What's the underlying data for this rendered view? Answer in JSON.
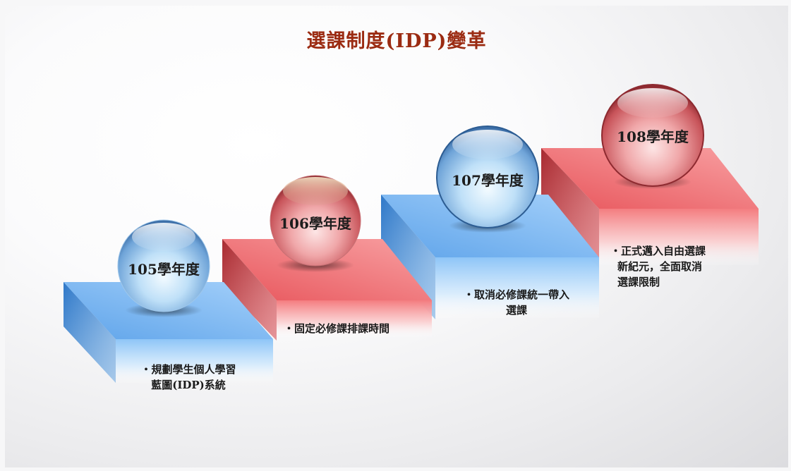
{
  "title": "選課制度(IDP)變革",
  "colors": {
    "title": "#9b2b12",
    "blue_step": "#78b8f0",
    "red_step": "#f07c80"
  },
  "steps": [
    {
      "year": "105學年度",
      "color": "blue",
      "bullet_lines": [
        "・規劃學生個人學習",
        "藍圖(IDP)系統"
      ]
    },
    {
      "year": "106學年度",
      "color": "red",
      "bullet_lines": [
        "・固定必修課排課時間"
      ]
    },
    {
      "year": "107學年度",
      "color": "blue",
      "bullet_lines": [
        "・取消必修課統一帶入",
        "選課"
      ]
    },
    {
      "year": "108學年度",
      "color": "red",
      "bullet_lines": [
        "・正式邁入自由選課",
        "新紀元，全面取消",
        "選課限制"
      ]
    }
  ]
}
